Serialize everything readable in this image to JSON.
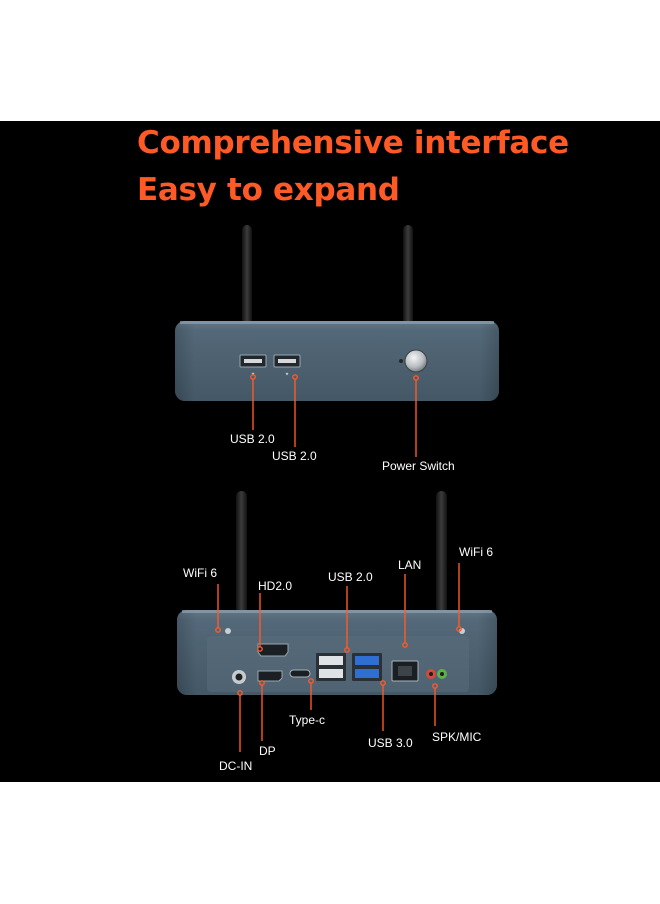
{
  "headline": {
    "line1": "Comprehensive interface",
    "line2": "Easy to expand"
  },
  "front_labels": {
    "usb_left": "USB 2.0",
    "usb_right": "USB 2.0",
    "power": "Power Switch"
  },
  "rear_labels": {
    "wifi_left": "WiFi 6",
    "wifi_right": "WiFi 6",
    "hdmi": "HD2.0",
    "usb2": "USB 2.0",
    "lan": "LAN",
    "typec": "Type-c",
    "usb3": "USB 3.0",
    "spkmic": "SPK/MIC",
    "dp": "DP",
    "dcin": "DC-IN"
  },
  "colors": {
    "background": "#000000",
    "accent": "#ff5a26",
    "chassis": "#4f6474",
    "label_text": "#ffffff"
  }
}
